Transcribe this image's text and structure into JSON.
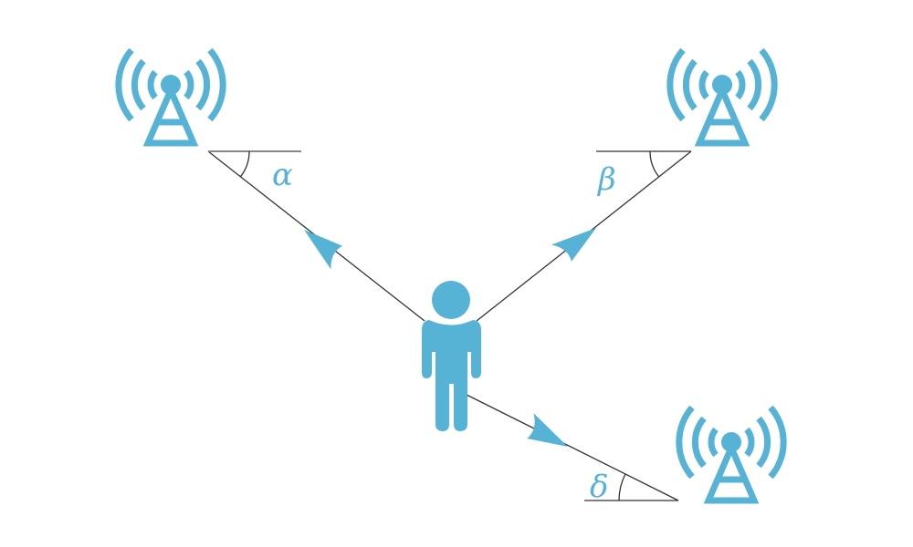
{
  "colors": {
    "accent": "#56b3d6",
    "line": "#333333"
  },
  "labels": {
    "alpha": "α",
    "beta": "β",
    "delta": "δ"
  },
  "icons": [
    "radio-tower-icon",
    "person-icon",
    "arrowhead-icon"
  ]
}
